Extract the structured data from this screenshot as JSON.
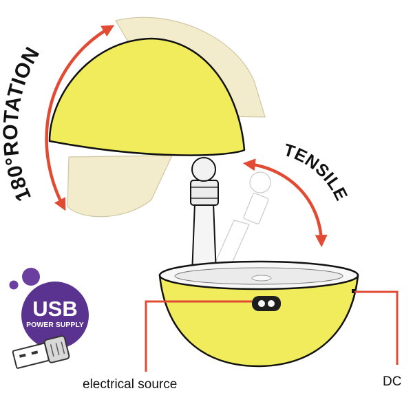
{
  "labels": {
    "rotation": "180°ROTATION",
    "tensile": "TENSILE",
    "electrical_source": "electrical source",
    "dc": "DC"
  },
  "badge": {
    "title": "USB",
    "subtitle": "POWER SUPPLY"
  },
  "colors": {
    "lamp_yellow": "#f0ec5c",
    "ghost_beige": "#f3eccc",
    "arrow_red": "#e24b33",
    "badge_purple": "#5a3390",
    "dot_purple": "#6a3fa0",
    "outline": "#111111"
  },
  "icons": {
    "usb_plug": "usb-plug-icon",
    "power_socket": "power-socket-icon"
  }
}
